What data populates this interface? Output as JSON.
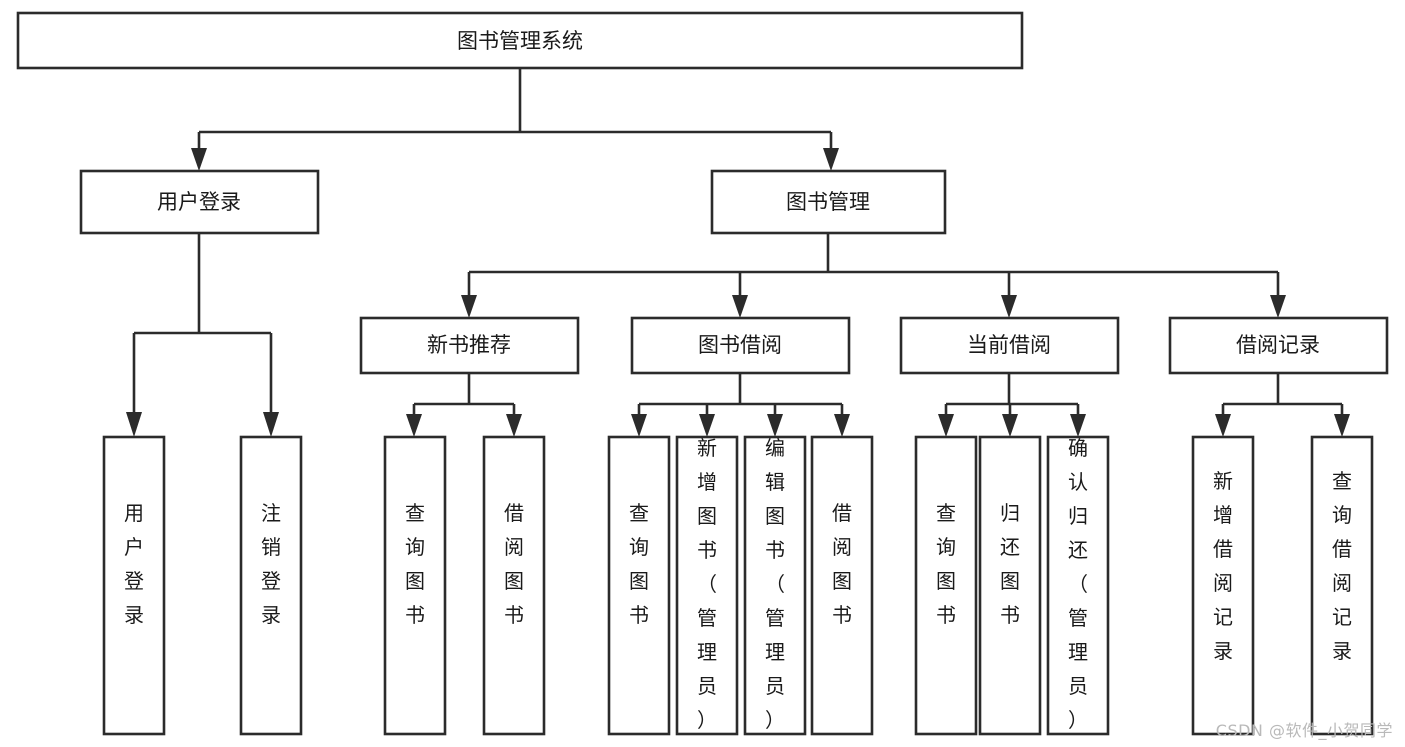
{
  "diagram": {
    "type": "tree",
    "title": "图书管理系统",
    "watermark": "CSDN @软件_小贺同学",
    "colors": {
      "stroke": "#2b2b2b",
      "fill": "#ffffff",
      "text": "#1a1a1a",
      "watermark": "#b9b9b9",
      "background": "#ffffff"
    },
    "root": {
      "label": "图书管理系统"
    },
    "level2": [
      {
        "label": "用户登录"
      },
      {
        "label": "图书管理"
      }
    ],
    "level3": [
      {
        "label": "新书推荐"
      },
      {
        "label": "图书借阅"
      },
      {
        "label": "当前借阅"
      },
      {
        "label": "借阅记录"
      }
    ],
    "leaves_user_login": [
      {
        "label": "用户登录"
      },
      {
        "label": "注销登录"
      }
    ],
    "leaves_new_book": [
      {
        "label": "查询图书"
      },
      {
        "label": "借阅图书"
      }
    ],
    "leaves_borrow": [
      {
        "label": "查询图书"
      },
      {
        "label": "新增图书（管理员）"
      },
      {
        "label": "编辑图书（管理员）"
      },
      {
        "label": "借阅图书"
      }
    ],
    "leaves_current": [
      {
        "label": "查询图书"
      },
      {
        "label": "归还图书"
      },
      {
        "label": "确认归还（管理员）"
      }
    ],
    "leaves_record": [
      {
        "label": "新增借阅记录"
      },
      {
        "label": "查询借阅记录"
      }
    ]
  }
}
